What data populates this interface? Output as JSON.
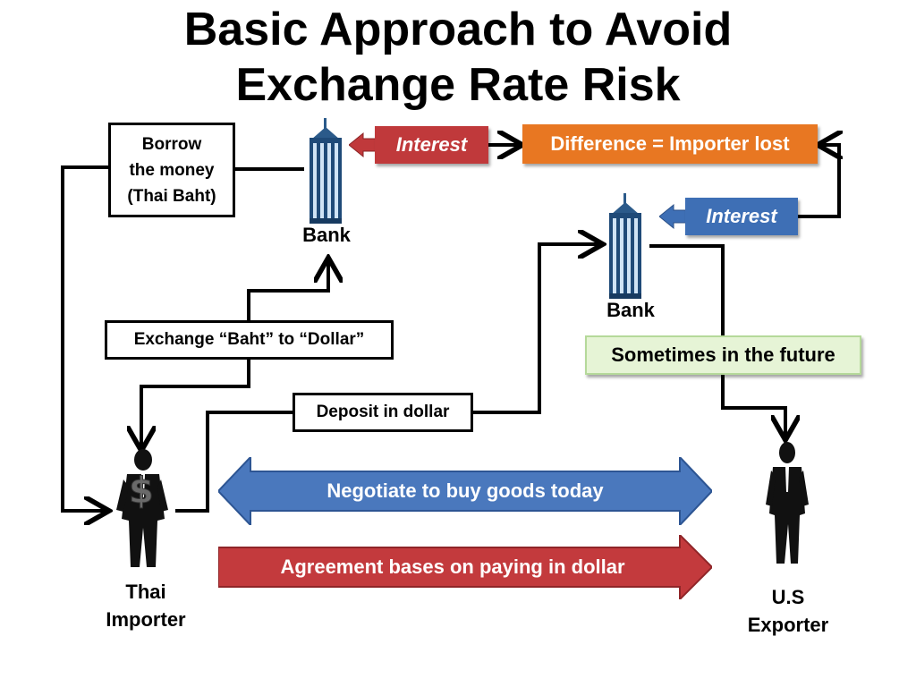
{
  "title": {
    "line1": "Basic Approach to Avoid",
    "line2": "Exchange Rate Risk"
  },
  "boxes": {
    "borrow": [
      "Borrow",
      "the money",
      "(Thai Baht)"
    ],
    "exchange": "Exchange “Baht” to “Dollar”",
    "deposit": "Deposit in dollar"
  },
  "tags": {
    "interest_left": "Interest",
    "difference": "Difference = Importer lost",
    "interest_right": "Interest",
    "future": "Sometimes in the future"
  },
  "banks": {
    "left": "Bank",
    "right": "Bank"
  },
  "actors": {
    "importer": [
      "Thai",
      "Importer"
    ],
    "exporter": [
      "U.S",
      "Exporter"
    ]
  },
  "banners": {
    "negotiate": "Negotiate to buy goods today",
    "agreement": "Agreement bases on paying in dollar"
  },
  "colors": {
    "red_tag": "#c0393b",
    "orange_tag": "#e87722",
    "blue_tag": "#3e6fb5",
    "green_tag": "#e6f4d6",
    "blue_banner": "#4a78bd",
    "red_banner": "#c33a3d",
    "building": "#1f4a78"
  }
}
